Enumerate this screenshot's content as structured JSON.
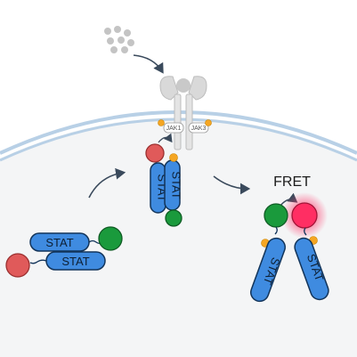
{
  "labels": {
    "stat": "STAT",
    "jak1": "JAK1",
    "jak3": "JAK3",
    "fret": "FRET"
  },
  "colors": {
    "stat_fill": "#3f8be0",
    "stat_stroke": "#12345a",
    "donor_green": "#1a9a3c",
    "acceptor_red": "#e05a5a",
    "acceptor_glow": "#ff2e63",
    "phospho_orange": "#f5a623",
    "membrane": "#b8d0e6",
    "cytoplasm": "#f4f5f6",
    "receptor_grey": "#d9d9d9",
    "ligand_grey": "#c4c4c4",
    "arrow": "#3a4a5c"
  },
  "icons": [
    "ligand-cluster",
    "receptor",
    "curved-arrow",
    "phosphate-dot"
  ]
}
